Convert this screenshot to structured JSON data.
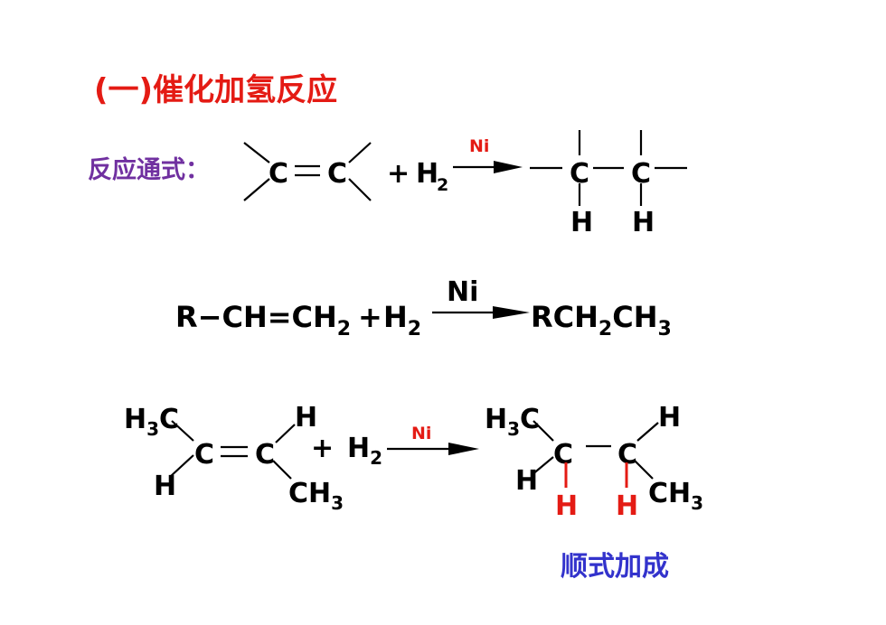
{
  "title": "(一)催化加氢反应",
  "general_label": "反应通式：",
  "catalyst": "Ni",
  "atoms": {
    "c": "C",
    "h": "H",
    "h3": "H",
    "r_ch": "R",
    "ch3_c": "CH",
    "sub3": "3",
    "sub2": "2"
  },
  "reagent": "H",
  "plus": "+",
  "eq2": {
    "reactant_parts": [
      "R−CH=CH",
      "2"
    ],
    "product_parts": [
      "RCH",
      "2",
      "CH",
      "3"
    ]
  },
  "caption": "顺式加成",
  "colors": {
    "title": "#e41b14",
    "label": "#7030a0",
    "catalyst": "#e41b14",
    "added_h": "#e41b14",
    "caption": "#3333cc",
    "text": "#000000"
  }
}
